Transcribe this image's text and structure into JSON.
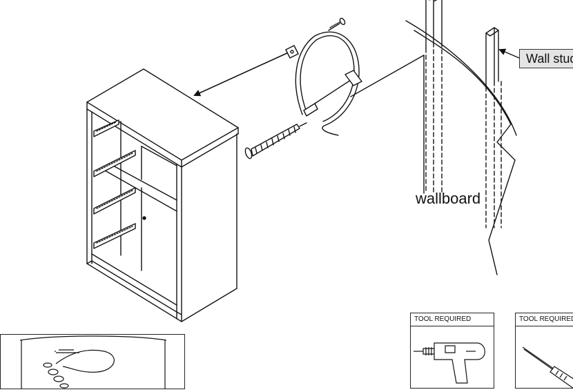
{
  "labels": {
    "wall_stud": "Wall stud",
    "wallboard": "wallboard"
  },
  "tools": [
    {
      "header": "TOOL REQUIRED",
      "icon": "power-drill-icon"
    },
    {
      "header": "TOOL REQUIRED",
      "icon": "screwdriver-icon"
    }
  ],
  "kit": {
    "icon": "anti-tip-kit-icon"
  }
}
